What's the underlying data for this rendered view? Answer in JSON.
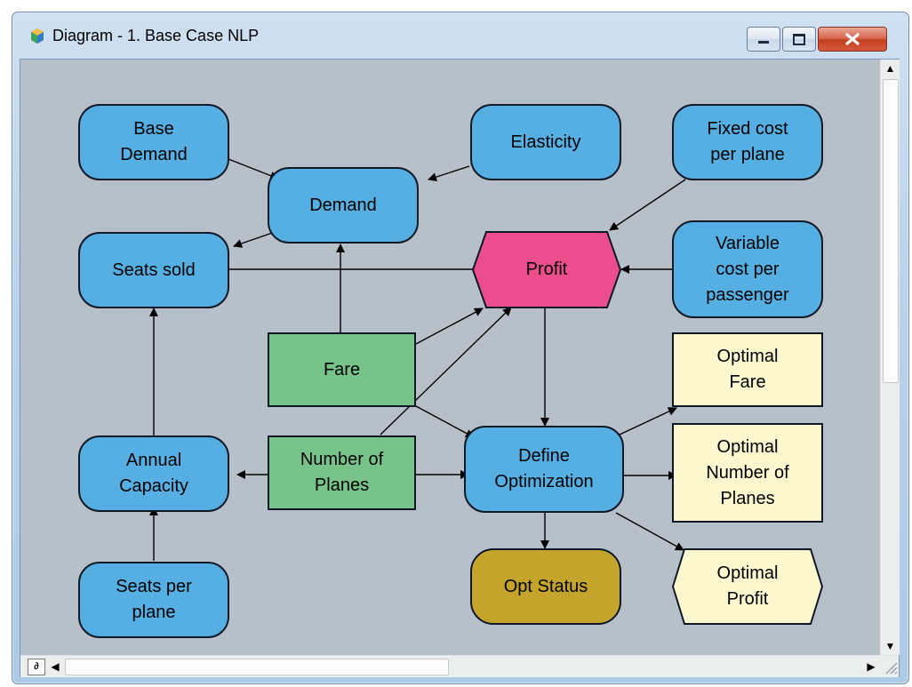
{
  "window": {
    "title": "Diagram - 1. Base Case NLP"
  },
  "controls": {
    "pane_toggle": "∂",
    "scroll_up": "▲",
    "scroll_down": "▼",
    "scroll_left": "◀",
    "scroll_right": "▶"
  },
  "nodes": {
    "base_demand": "Base\nDemand",
    "elasticity": "Elasticity",
    "fixed_cost": "Fixed cost\nper plane",
    "demand": "Demand",
    "seats_sold": "Seats sold",
    "profit": "Profit",
    "variable_cost": "Variable\ncost per\npassenger",
    "fare": "Fare",
    "optimal_fare": "Optimal\nFare",
    "annual_capacity": "Annual\nCapacity",
    "number_of_planes": "Number of\nPlanes",
    "define_optimization": "Define\nOptimization",
    "optimal_number_of_planes": "Optimal\nNumber of\nPlanes",
    "seats_per_plane": "Seats per\nplane",
    "opt_status": "Opt Status",
    "optimal_profit": "Optimal\nProfit"
  },
  "colors": {
    "canvas": "#b7c0c9",
    "variable_node": "#56afe3",
    "decision_node": "#78c38a",
    "objective_node": "#ec4d8d",
    "output_node": "#fdf7cf",
    "status_node": "#c4a42a"
  }
}
